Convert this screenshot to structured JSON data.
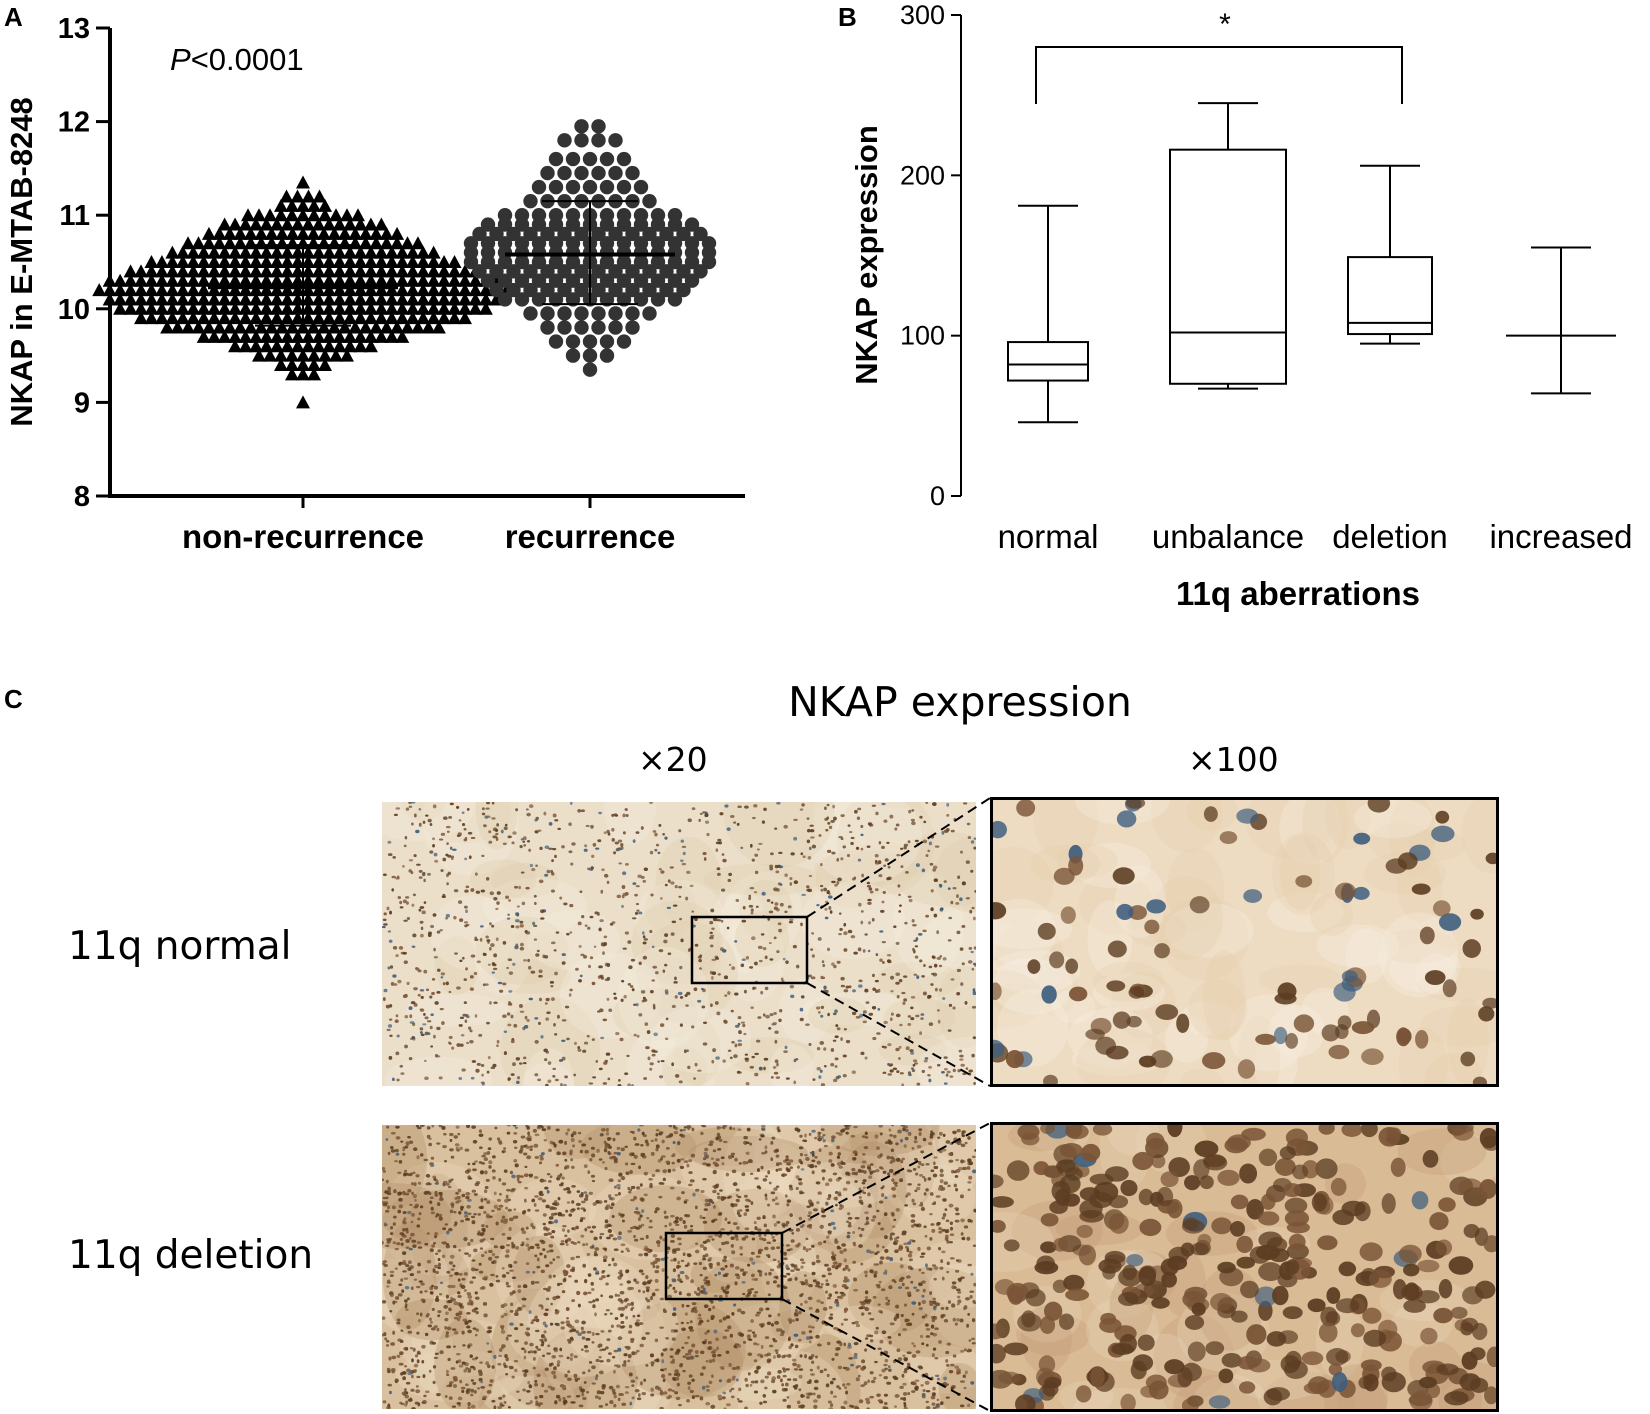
{
  "panel_labels": {
    "a": "A",
    "b": "B",
    "c": "C"
  },
  "chart_data": [
    {
      "type": "scatter",
      "panel": "A",
      "ylabel": "NKAP in E-MTAB-8248",
      "ylim": [
        8,
        13
      ],
      "yticks": [
        "8",
        "9",
        "10",
        "11",
        "12",
        "13"
      ],
      "categories": [
        "non-recurrence",
        "recurrence"
      ],
      "annotation": {
        "prefix": "P",
        "text": "<0.0001"
      },
      "grid": false,
      "series": [
        {
          "category": "non-recurrence",
          "marker": "triangle",
          "mean": 10.23,
          "sd_low": 9.82,
          "sd_high": 10.68,
          "rows": [
            [
              11.35,
              1
            ],
            [
              11.2,
              4
            ],
            [
              11.1,
              5
            ],
            [
              11.0,
              11
            ],
            [
              10.9,
              16
            ],
            [
              10.8,
              19
            ],
            [
              10.7,
              23
            ],
            [
              10.6,
              26
            ],
            [
              10.5,
              30
            ],
            [
              10.4,
              34
            ],
            [
              10.3,
              38
            ],
            [
              10.2,
              40
            ],
            [
              10.1,
              38
            ],
            [
              10.0,
              36
            ],
            [
              9.9,
              32
            ],
            [
              9.8,
              27
            ],
            [
              9.7,
              20
            ],
            [
              9.6,
              14
            ],
            [
              9.5,
              9
            ],
            [
              9.4,
              5
            ],
            [
              9.3,
              3
            ],
            [
              9.0,
              1
            ]
          ]
        },
        {
          "category": "recurrence",
          "marker": "circle",
          "mean": 10.58,
          "sd_low": 10.05,
          "sd_high": 11.15,
          "rows": [
            [
              11.95,
              2
            ],
            [
              11.8,
              4
            ],
            [
              11.6,
              5
            ],
            [
              11.45,
              6
            ],
            [
              11.3,
              7
            ],
            [
              11.15,
              8
            ],
            [
              11.0,
              11
            ],
            [
              10.9,
              13
            ],
            [
              10.8,
              14
            ],
            [
              10.7,
              15
            ],
            [
              10.6,
              15
            ],
            [
              10.5,
              15
            ],
            [
              10.4,
              14
            ],
            [
              10.3,
              13
            ],
            [
              10.2,
              12
            ],
            [
              10.1,
              11
            ],
            [
              9.95,
              8
            ],
            [
              9.8,
              6
            ],
            [
              9.65,
              5
            ],
            [
              9.5,
              3
            ],
            [
              9.35,
              1
            ]
          ]
        }
      ]
    },
    {
      "type": "box",
      "panel": "B",
      "ylabel": "NKAP expression",
      "xlabel": "11q aberrations",
      "ylim": [
        0,
        300
      ],
      "yticks": [
        "0",
        "100",
        "200",
        "300"
      ],
      "categories": [
        "normal",
        "unbalance",
        "deletion",
        "increased"
      ],
      "boxes": [
        {
          "name": "normal",
          "min": 46,
          "q1": 72,
          "median": 82,
          "q3": 96,
          "max": 181
        },
        {
          "name": "unbalance",
          "min": 67,
          "q1": 70,
          "median": 102,
          "q3": 216,
          "max": 245
        },
        {
          "name": "deletion",
          "min": 95,
          "q1": 101,
          "median": 108,
          "q3": 149,
          "max": 206
        },
        {
          "name": "increased",
          "min": 64,
          "q1": 100,
          "median": 100,
          "q3": 100,
          "max": 155
        }
      ],
      "significance": {
        "from": "normal",
        "to": "deletion",
        "label": "*"
      }
    }
  ],
  "panel_c": {
    "title": "NKAP expression",
    "magnifications": [
      "×20",
      "×100"
    ],
    "rows": [
      "11q normal",
      "11q deletion"
    ]
  },
  "colors": {
    "stain_light": "#e9dcc6",
    "stain_dark": "#caa37c",
    "nucleus_brown": "#5c3d22",
    "nucleus_blue": "#3e5e7e"
  }
}
